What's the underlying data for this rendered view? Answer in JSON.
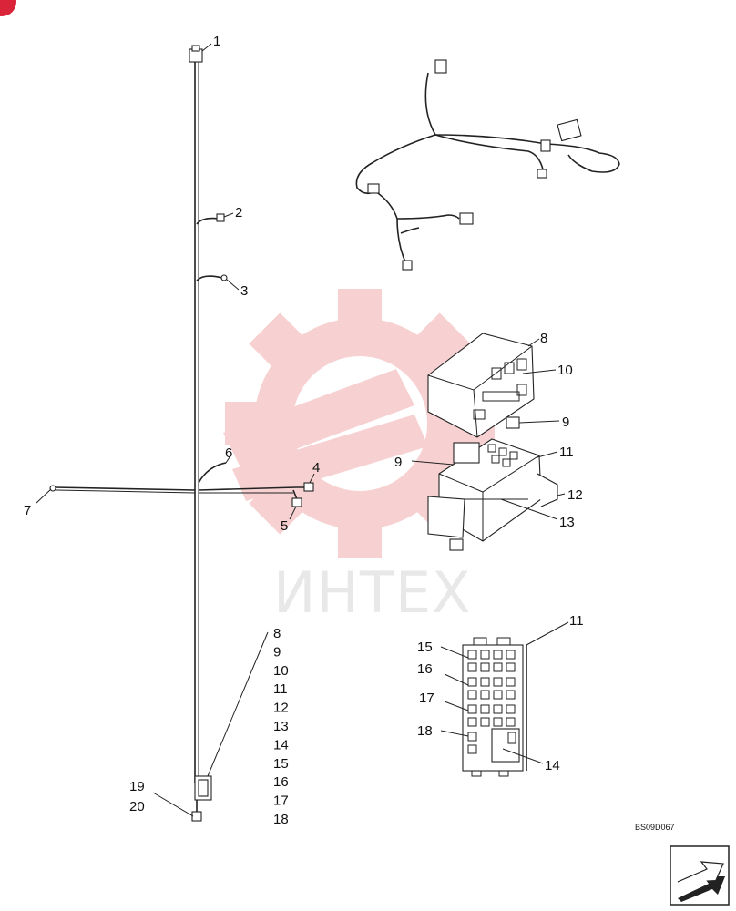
{
  "watermark": {
    "text": "ИНТЕХ",
    "gear_color": "#f6c9c9",
    "text_color": "#e4e4e4"
  },
  "corner_badge_color": "#d9243a",
  "drawing_code": "BS09D067",
  "callouts": {
    "c1": "1",
    "c2": "2",
    "c3": "3",
    "c4": "4",
    "c5": "5",
    "c6": "6",
    "c7": "7",
    "c8": "8",
    "c9a": "9",
    "c9b": "9",
    "c10": "10",
    "c11a": "11",
    "c11b": "11",
    "c12": "12",
    "c13": "13",
    "c14": "14",
    "c15": "15",
    "c16": "16",
    "c17": "17",
    "c18": "18",
    "c19": "19",
    "c20": "20"
  },
  "callout_list": [
    "8",
    "9",
    "10",
    "11",
    "12",
    "13",
    "14",
    "15",
    "16",
    "17",
    "18"
  ],
  "nav_icon": "arrow-next-icon"
}
